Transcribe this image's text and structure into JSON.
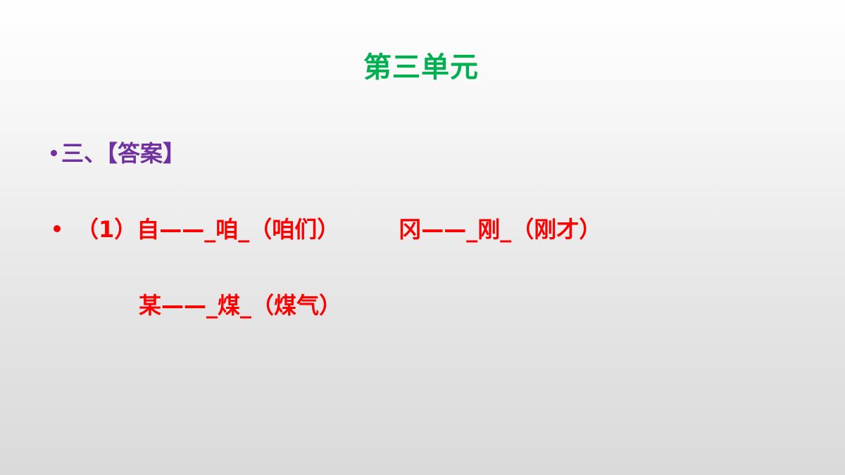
{
  "slide": {
    "title": "第三单元",
    "heading": "三、【答案】",
    "answers": {
      "item1_part1": "（1）自——_咱_（咱们）",
      "item1_part2": "冈——_刚_（刚才）",
      "item2": "某——_煤_（煤气）"
    },
    "colors": {
      "title": "#00b050",
      "heading": "#7030a0",
      "answers": "#ff0000"
    }
  }
}
